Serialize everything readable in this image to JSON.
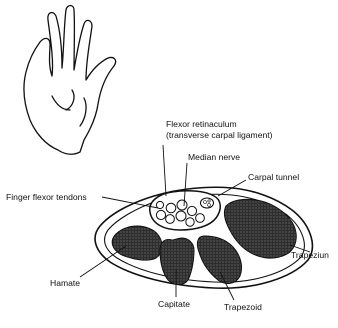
{
  "labels": {
    "flexor_retinaculum": "Flexor retinaculum",
    "transverse_carpal_ligament": "(transverse carpal ligament)",
    "median_nerve": "Median nerve",
    "carpal_tunnel": "Carpal tunnel",
    "finger_flexor_tendons": "Finger flexor tendons",
    "trapezium": "Trapeziun",
    "hamate": "Hamate",
    "capitate": "Capitate",
    "trapezoid": "Trapezoid"
  },
  "colors": {
    "line": "#111111",
    "bone_fill": "#2e2e2e"
  }
}
